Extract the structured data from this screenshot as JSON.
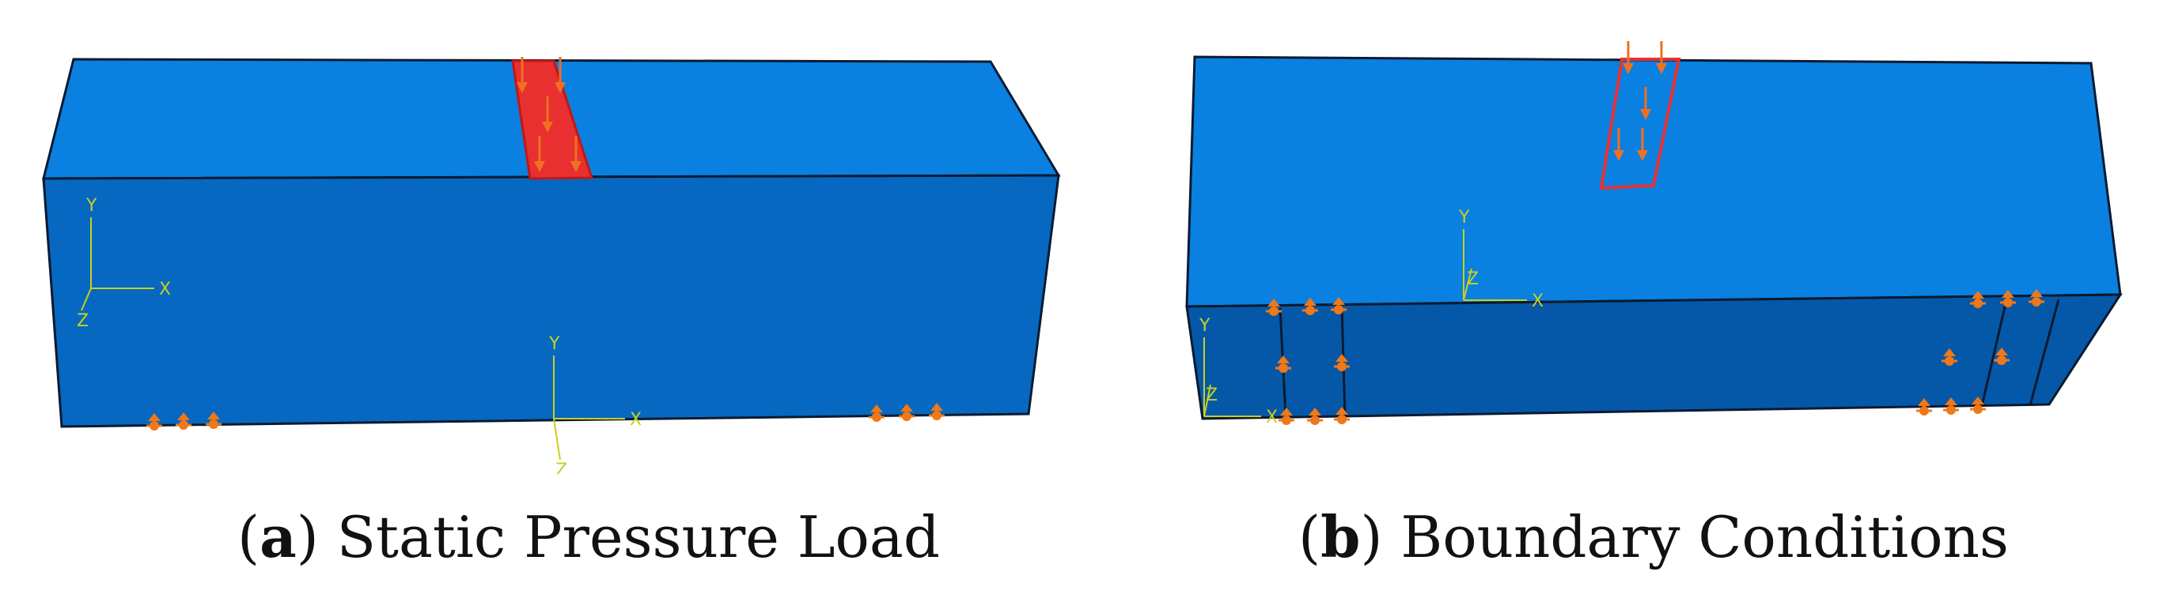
{
  "colors": {
    "top_face": "#0a80e0",
    "front_face": "#0668c0",
    "front_face_b": "#0558a8",
    "load_region": "#e83030",
    "arrow": "#f07020",
    "constraint": "#f07818",
    "triad": "#c8d020",
    "caption_text": "#111111"
  },
  "panels": [
    {
      "id": "a",
      "label": "a",
      "title": "Static Pressure Load",
      "load_icon": "pressure-arrow-icon",
      "bc_icon": "boundary-constraint-icon",
      "triads": [
        {
          "x_label": "X",
          "y_label": "Y",
          "z_label": "Z"
        },
        {
          "x_label": "X",
          "y_label": "Y",
          "z_label": "Z"
        }
      ]
    },
    {
      "id": "b",
      "label": "b",
      "title": "Boundary Conditions",
      "load_icon": "pressure-arrow-icon",
      "bc_icon": "boundary-constraint-icon",
      "triads": [
        {
          "x_label": "X",
          "y_label": "Y",
          "z_label": "Z"
        },
        {
          "x_label": "X",
          "y_label": "Y",
          "z_label": "Z"
        }
      ]
    }
  ]
}
